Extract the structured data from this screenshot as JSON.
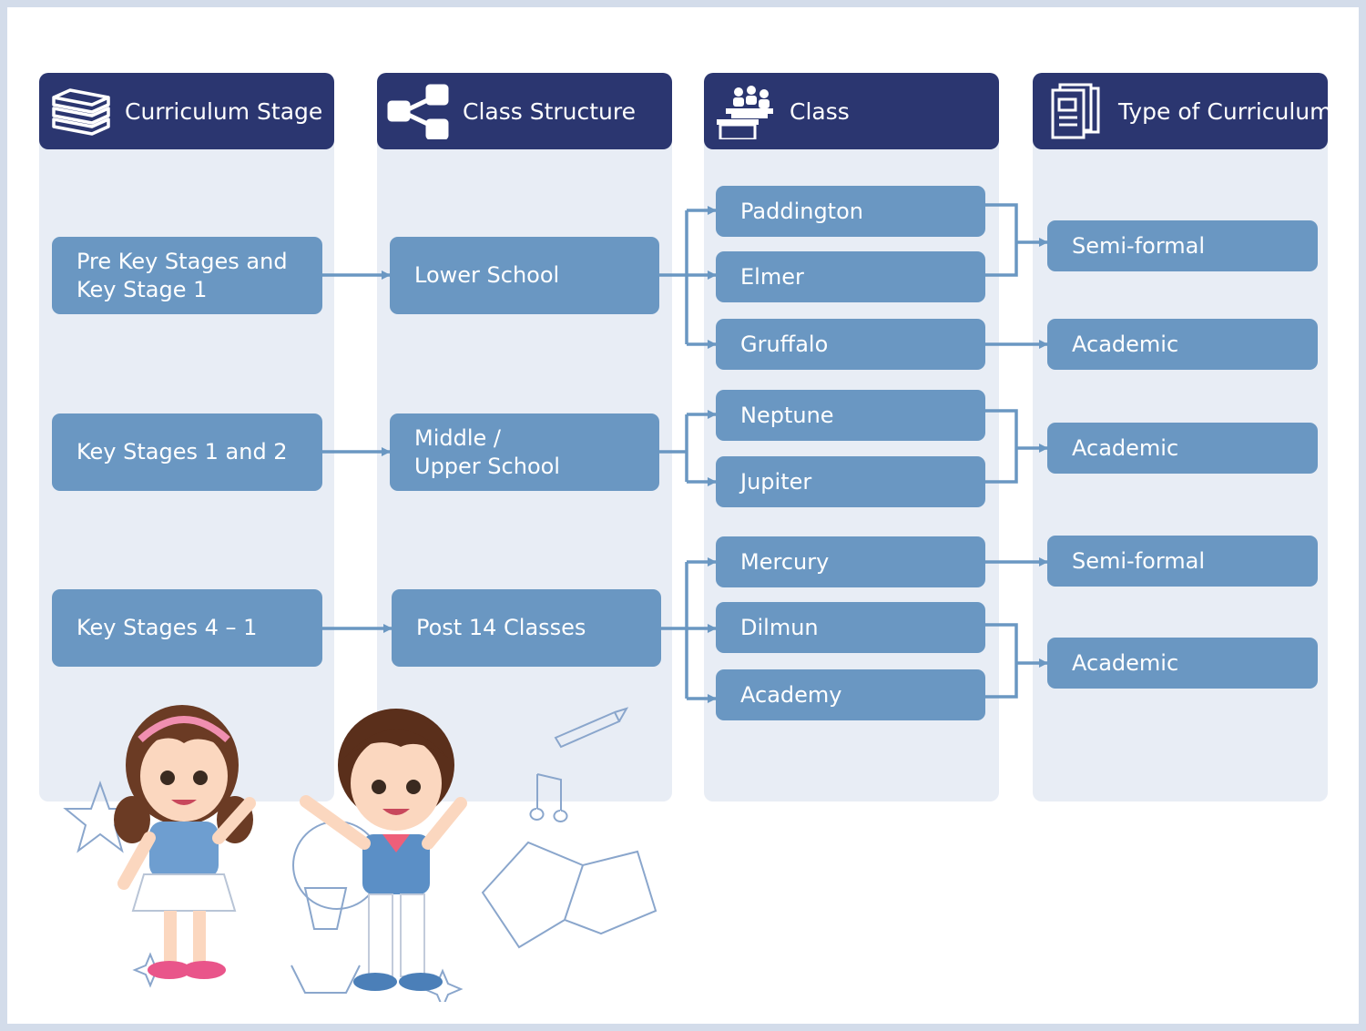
{
  "columns": [
    {
      "title": "Curriculum Stage",
      "icon": "books-icon"
    },
    {
      "title": "Class Structure",
      "icon": "share-nodes-icon"
    },
    {
      "title": "Class",
      "icon": "classroom-icon"
    },
    {
      "title": "Type of Curriculum",
      "icon": "documents-icon"
    }
  ],
  "stages": [
    "Pre Key Stages and\nKey Stage 1",
    "Key Stages 1 and 2",
    "Key Stages 4 – 1"
  ],
  "structures": [
    "Lower School",
    "Middle /\nUpper School",
    "Post 14 Classes"
  ],
  "classes": [
    "Paddington",
    "Elmer",
    "Gruffalo",
    "Neptune",
    "Jupiter",
    "Mercury",
    "Dilmun",
    "Academy"
  ],
  "curricula": [
    "Semi-formal",
    "Academic",
    "Academic",
    "Semi-formal",
    "Academic"
  ],
  "colors": {
    "header": "#2b3670",
    "node": "#6a97c2",
    "column": "#e8edf5",
    "frame": "#d3dcea"
  },
  "illustration": "children-cartoon-illustration"
}
